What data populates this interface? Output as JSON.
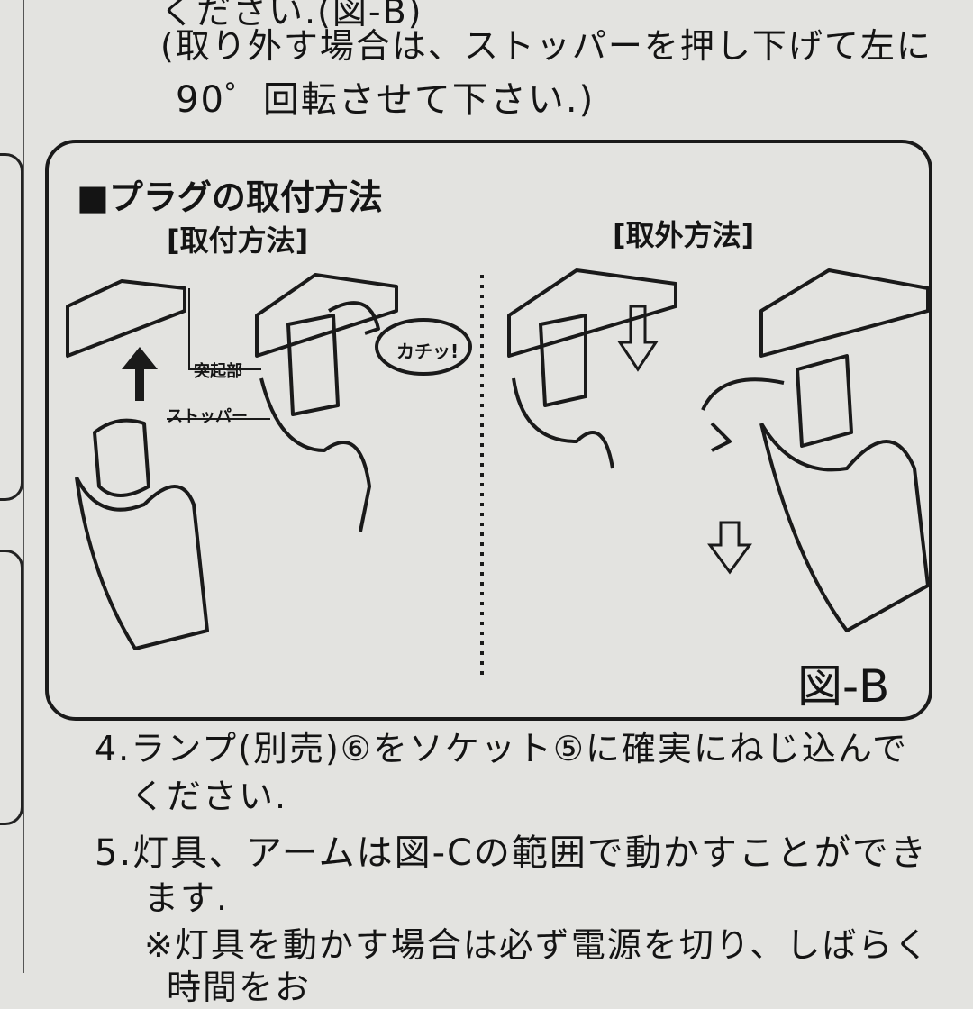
{
  "top_text": {
    "line1": "ください.(図-B)",
    "line2": "(取り外す場合は、ストッパーを押し下げて左に",
    "line3": "90゜回転させて下さい.)"
  },
  "figure": {
    "title": "■プラグの取付方法",
    "install_heading": "[取付方法]",
    "remove_heading": "[取外方法]",
    "label_protrusion": "突起部",
    "label_stopper": "ストッパー",
    "click_bubble": "カチッ!",
    "figure_label": "図-B"
  },
  "steps": [
    {
      "line1": "4.ランプ(別売)⑥をソケット⑤に確実にねじ込んで",
      "line2": "ください."
    },
    {
      "line1": "5.灯具、アームは図-Cの範囲で動かすことができ",
      "line2": "ます.",
      "line3": "※灯具を動かす場合は必ず電源を切り、しばらく",
      "line4": "時間をお"
    }
  ]
}
